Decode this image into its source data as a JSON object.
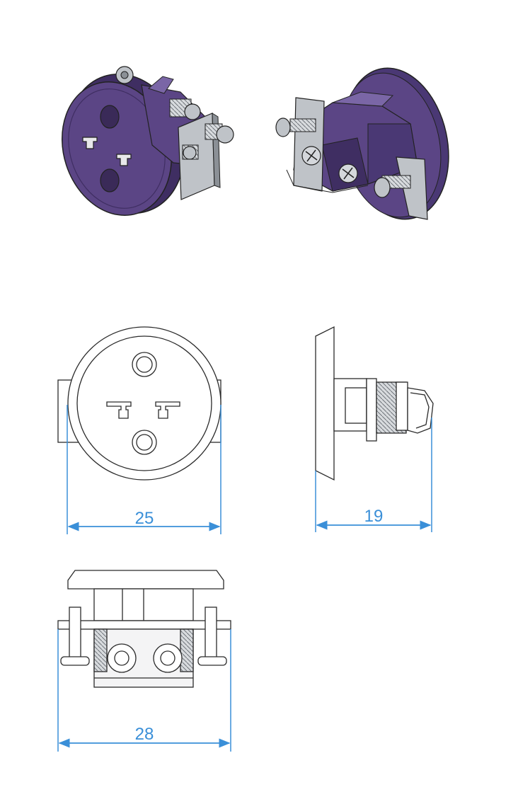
{
  "colors": {
    "body_purple": "#5b4585",
    "body_purple_dark": "#3f2e62",
    "body_purple_light": "#7a66a6",
    "metal": "#bfc3c8",
    "metal_dark": "#8b9096",
    "line": "#2b2b2b",
    "dimension": "#3a8fd8"
  },
  "dimensions": {
    "front_width": "25",
    "side_depth": "19",
    "bottom_width": "28"
  }
}
